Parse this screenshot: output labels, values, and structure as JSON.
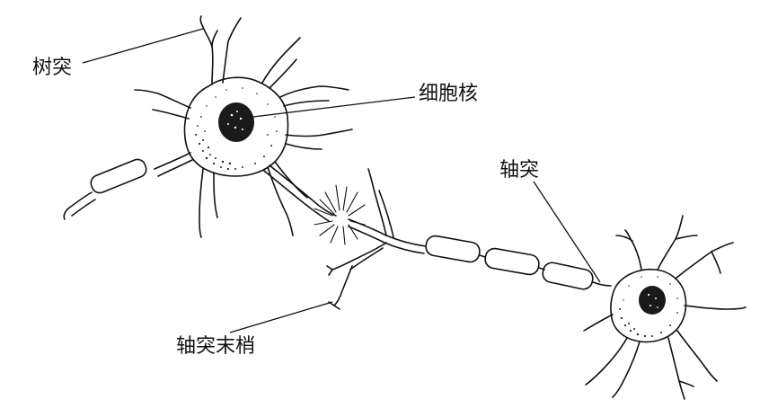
{
  "labels": {
    "dendrite": "树突",
    "nucleus": "细胞核",
    "axon": "轴突",
    "axon_terminal": "轴突末梢"
  }
}
